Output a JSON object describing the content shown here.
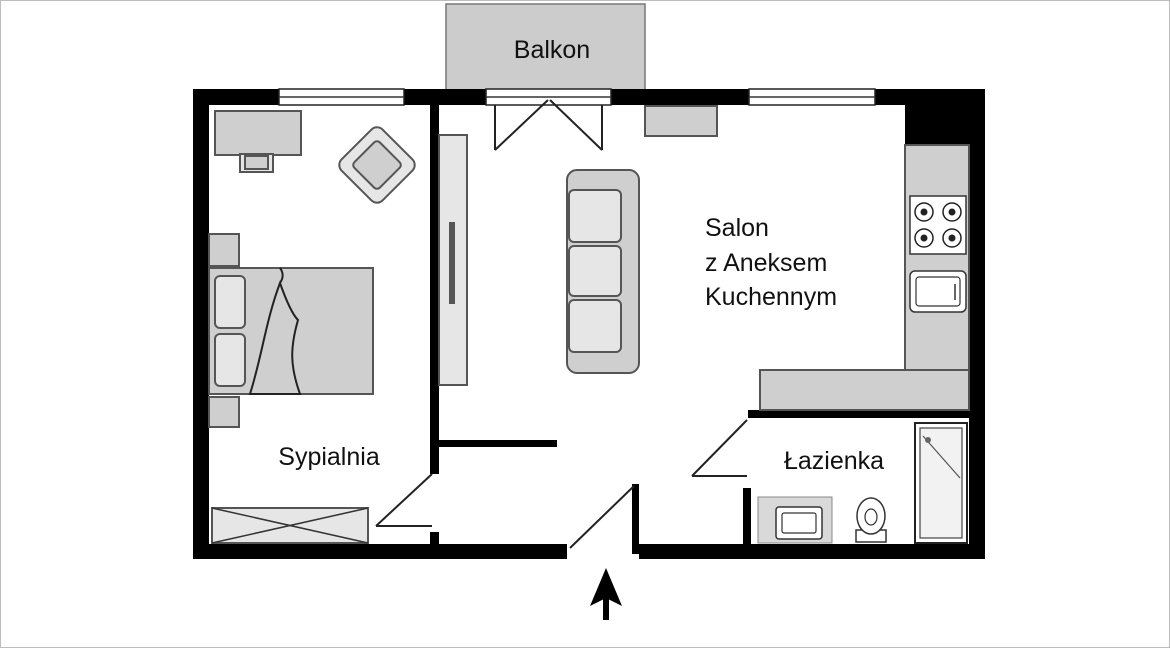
{
  "plan": {
    "rooms": [
      {
        "id": "balkon",
        "label_lines": [
          "Balkon"
        ]
      },
      {
        "id": "salon",
        "label_lines": [
          "Salon",
          "z Aneksem",
          "Kuchennym"
        ]
      },
      {
        "id": "sypialnia",
        "label_lines": [
          "Sypialnia"
        ]
      },
      {
        "id": "lazienka",
        "label_lines": [
          "Łazienka"
        ]
      }
    ],
    "entrance_icon": "up-arrow-icon",
    "colors": {
      "wall": "#000000",
      "furniture": "#cfcfcf",
      "furniture_outline": "#555555",
      "background": "#ffffff"
    }
  }
}
